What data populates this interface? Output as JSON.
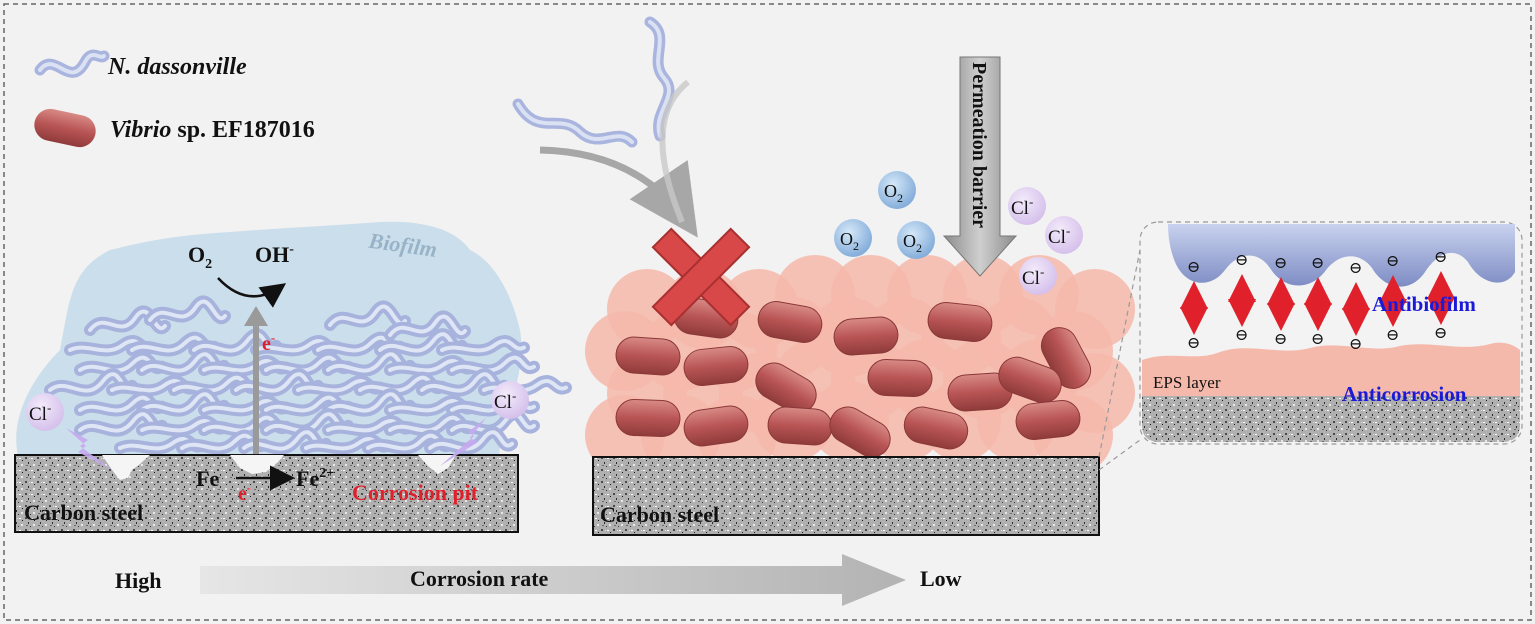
{
  "legend": {
    "nd_label": "N. dassonville",
    "vibrio_label_italic": "Vibrio",
    "vibrio_label_rest": " sp. EF187016"
  },
  "left_panel": {
    "biofilm": "Biofilm",
    "o2": "O",
    "o2_sub": "2",
    "oh": "OH",
    "oh_sup": "-",
    "e_up": "e",
    "e_up_sup": "-",
    "fe": "Fe",
    "e_down": "e",
    "e_down_sup": "-",
    "fe2": "Fe",
    "fe2_sup": "2+",
    "cl_left": "Cl",
    "cl_left_sup": "-",
    "cl_right": "Cl",
    "cl_right_sup": "-",
    "carbon_steel": "Carbon steel",
    "corrosion_pit": "Corrosion pit"
  },
  "right_panel": {
    "permeation_barrier": "Permeation barrier",
    "o2_molecules": [
      {
        "base": "O",
        "sub": "2"
      },
      {
        "base": "O",
        "sub": "2"
      },
      {
        "base": "O",
        "sub": "2"
      }
    ],
    "cl_ions": [
      {
        "base": "Cl",
        "sup": "-"
      },
      {
        "base": "Cl",
        "sup": "-"
      },
      {
        "base": "Cl",
        "sup": "-"
      }
    ],
    "carbon_steel": "Carbon steel"
  },
  "inset": {
    "antibiofilm": "Antibiofilm",
    "eps_layer": "EPS layer",
    "anticorrosion": "Anticorrosion",
    "charge_symbol": "⊖"
  },
  "bottom": {
    "high": "High",
    "corrosion_rate": "Corrosion  rate",
    "low": "Low"
  },
  "colors": {
    "background": "#f2f2f2",
    "biofilm": "#c7dcea",
    "filament": "#b9c5e6",
    "vibrio_cell": "#b85a5a",
    "eps": "#f4b6a8",
    "oxygen": "#8ab6e0",
    "chloride": "#dcc8ef",
    "accent_red": "#e0202a",
    "accent_blue": "#1a1ad8"
  }
}
